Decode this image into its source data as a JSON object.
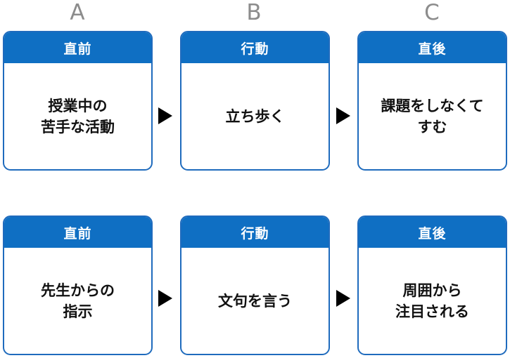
{
  "columns": [
    "A",
    "B",
    "C"
  ],
  "rows": [
    {
      "cards": [
        {
          "header": "直前",
          "body": [
            "授業中の",
            "苦手な活動"
          ]
        },
        {
          "header": "行動",
          "body": [
            "立ち歩く"
          ]
        },
        {
          "header": "直後",
          "body": [
            "課題をしなくて",
            "すむ"
          ]
        }
      ]
    },
    {
      "cards": [
        {
          "header": "直前",
          "body": [
            "先生からの",
            "指示"
          ]
        },
        {
          "header": "行動",
          "body": [
            "文句を言う"
          ]
        },
        {
          "header": "直後",
          "body": [
            "周囲から",
            "注目される"
          ]
        }
      ]
    }
  ],
  "colors": {
    "header_bg": "#0f6fc3",
    "border": "#1f6bbd",
    "letter": "#8c8c8c",
    "arrow": "#000000"
  }
}
